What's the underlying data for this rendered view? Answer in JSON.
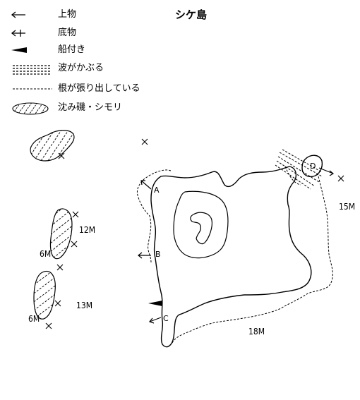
{
  "title": "シケ島",
  "legend": [
    {
      "symbol": "arrow-left",
      "label": "上物"
    },
    {
      "symbol": "arrow-left-cross",
      "label": "底物"
    },
    {
      "symbol": "triangle",
      "label": "船付き"
    },
    {
      "symbol": "hatch-lines",
      "label": "波がかぶる"
    },
    {
      "symbol": "dashed-line",
      "label": "根が張り出している"
    },
    {
      "symbol": "hatched-ellipse",
      "label": "沈み磯・シモリ"
    }
  ],
  "points": {
    "a": "A",
    "b": "B",
    "c": "C",
    "d": "D"
  },
  "depths": {
    "d15": "15M",
    "d12": "12M",
    "d6a": "6M",
    "d13": "13M",
    "d6b": "6M",
    "d18": "18M"
  }
}
